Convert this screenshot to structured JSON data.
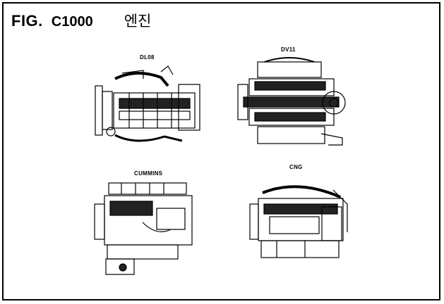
{
  "header": {
    "fig_label": "FIG.",
    "fig_code": "C1000",
    "title": "엔진"
  },
  "engines": [
    {
      "label": "DL08",
      "icon": "engine-illustration"
    },
    {
      "label": "DV11",
      "icon": "engine-illustration"
    },
    {
      "label": "CUMMINS",
      "icon": "engine-illustration"
    },
    {
      "label": "CNG",
      "icon": "engine-illustration"
    }
  ]
}
